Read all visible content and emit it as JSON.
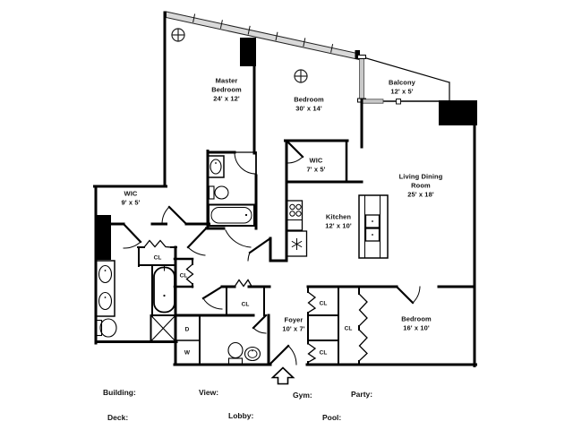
{
  "floor_plan": {
    "rooms": [
      {
        "name": "Master Bedroom",
        "dims": "24' x 12'",
        "label": "Master\nBedroom\n24' x 12'"
      },
      {
        "name": "Bedroom",
        "dims": "30' x 14'",
        "label": "Bedroom\n30' x 14'"
      },
      {
        "name": "Balcony",
        "dims": "12' x 5'",
        "label": "Balcony\n12' x 5'"
      },
      {
        "name": "WIC",
        "dims": "7' x 5'",
        "label": "WIC\n7' x 5'"
      },
      {
        "name": "Living Dining Room",
        "dims": "25' x 18'",
        "label": "Living Dining\nRoom\n25' x 18'"
      },
      {
        "name": "WIC",
        "dims": "9' x 5'",
        "label": "WIC\n9' x 5'"
      },
      {
        "name": "Kitchen",
        "dims": "12' x 10'",
        "label": "Kitchen\n12' x 10'"
      },
      {
        "name": "Foyer",
        "dims": "10' x 7'",
        "label": "Foyer\n10' x 7'"
      },
      {
        "name": "Bedroom",
        "dims": "16' x 10'",
        "label": "Bedroom\n16' x 10'"
      }
    ],
    "closet_label": "CL",
    "dryer_label": "D",
    "washer_label": "W",
    "symbols": [
      "ceiling-light-icon",
      "window-band",
      "bathtub",
      "toilet",
      "sink",
      "shower",
      "stove",
      "refrigerator",
      "wall-oven",
      "bifold-door",
      "accordion-door",
      "entry-arrow"
    ],
    "colors": {
      "wall": "#000000",
      "window_gray": "#c9c9c9",
      "background": "#ffffff"
    }
  },
  "footer": {
    "row1": [
      {
        "label": "Building:"
      },
      {
        "label": "View:"
      },
      {
        "label": "Gym:"
      },
      {
        "label": "Party:"
      }
    ],
    "row2": [
      {
        "label": "Deck:"
      },
      {
        "label": "Lobby:"
      },
      {
        "label": "Pool:"
      }
    ]
  }
}
